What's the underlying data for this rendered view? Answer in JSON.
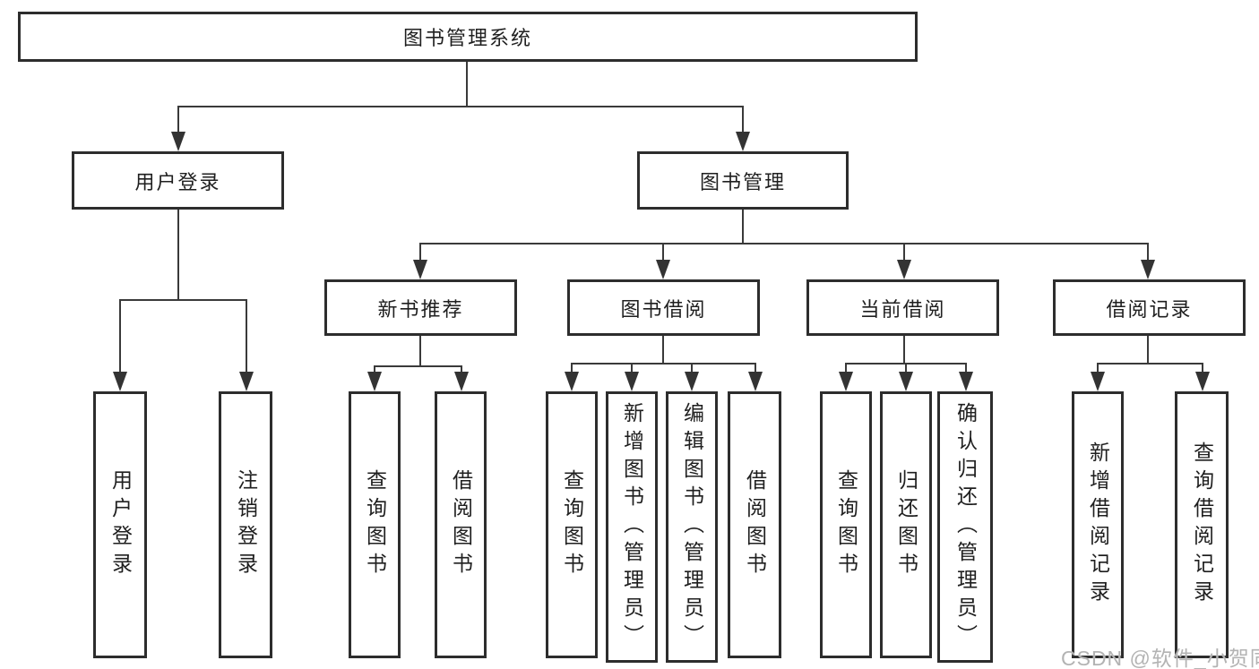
{
  "tree": {
    "root": {
      "label": "图书管理系统",
      "children": [
        {
          "label": "用户登录",
          "children": [
            {
              "label": "用户登录"
            },
            {
              "label": "注销登录"
            }
          ]
        },
        {
          "label": "图书管理",
          "children": [
            {
              "label": "新书推荐",
              "children": [
                {
                  "label": "查询图书"
                },
                {
                  "label": "借阅图书"
                }
              ]
            },
            {
              "label": "图书借阅",
              "children": [
                {
                  "label": "查询图书"
                },
                {
                  "label": "新增图书（管理员）"
                },
                {
                  "label": "编辑图书（管理员）"
                },
                {
                  "label": "借阅图书"
                }
              ]
            },
            {
              "label": "当前借阅",
              "children": [
                {
                  "label": "查询图书"
                },
                {
                  "label": "归还图书"
                },
                {
                  "label": "确认归还（管理员）"
                }
              ]
            },
            {
              "label": "借阅记录",
              "children": [
                {
                  "label": "新增借阅记录"
                },
                {
                  "label": "查询借阅记录"
                }
              ]
            }
          ]
        }
      ]
    }
  },
  "watermark": {
    "text": "CSDN @软件_小贺同学"
  },
  "colors": {
    "box_border": "#2d2d2d",
    "line": "#3a3a3a",
    "text": "#1f1f1f",
    "background": "#ffffff",
    "watermark": "#b3b3b3"
  }
}
